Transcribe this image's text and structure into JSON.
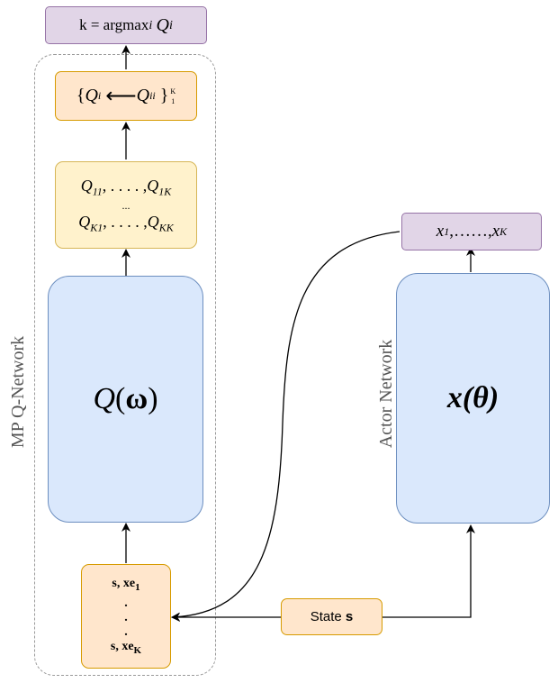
{
  "argmax_box": {
    "prefix": "k = argmax",
    "sub": "i",
    "q": "Q",
    "q_sub": "i"
  },
  "set_box": {
    "lbrace": "{",
    "q1": "Q",
    "q1_sub": "i",
    "arrow": "⟵",
    "q2": "Q",
    "q2_sub": "ii",
    "rbrace": "}",
    "sup": "K",
    "lower": "1"
  },
  "matrix_box": {
    "row1_a": "Q",
    "row1_a_sub": "11",
    "row1_sep": ", . . . . ,",
    "row1_b": "Q",
    "row1_b_sub": "1K",
    "vdots": "...",
    "row2_a": "Q",
    "row2_a_sub": "K1",
    "row2_sep": ", . . . . ,",
    "row2_b": "Q",
    "row2_b_sub": "KK"
  },
  "q_network_box": {
    "q": "Q",
    "lparen": "(",
    "omega": "ω",
    "rparen": ")"
  },
  "mp_label": "MP Q-Network",
  "actor_label": "Actor Network",
  "actor_box": {
    "label": "x(θ)"
  },
  "actor_output": {
    "x1": "x",
    "x1_sub": "1",
    "dots": ",……,",
    "xk": "x",
    "xk_sub": "K"
  },
  "input_box": {
    "line1_a": "s, xe",
    "line1_sub": "1",
    "dot1": ".",
    "dot2": ".",
    "dot3": ".",
    "line2_a": "s, xe",
    "line2_sub": "K"
  },
  "state_box": {
    "prefix": "State ",
    "var": "s"
  }
}
